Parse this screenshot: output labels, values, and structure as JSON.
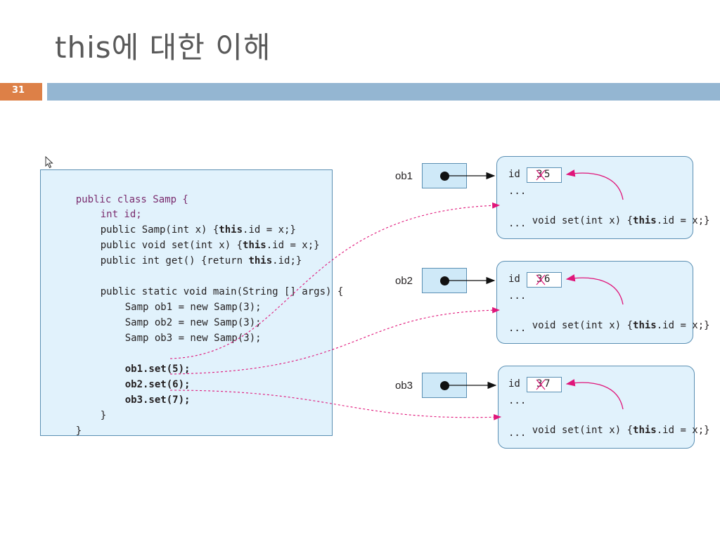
{
  "slide": {
    "title": "this에 대한 이해",
    "number": "31"
  },
  "code": {
    "lines": [
      [
        "public class Samp {"
      ],
      [
        "int id;"
      ],
      [
        "public Samp(int x) {",
        "this",
        ".id = x;}"
      ],
      [
        "public void set(int x) {",
        "this",
        ".id = x;}"
      ],
      [
        "public int get() {return ",
        "this",
        ".id;}"
      ],
      [
        "public static void main(String [] args) {"
      ],
      [
        "Samp ob1 = new Samp(3);"
      ],
      [
        "Samp ob2 = new Samp(3);"
      ],
      [
        "Samp ob3 = new Samp(3);"
      ],
      [
        "ob1.set(5);"
      ],
      [
        "ob2.set(6);"
      ],
      [
        "ob3.set(7);"
      ],
      [
        "}"
      ],
      [
        "}"
      ]
    ]
  },
  "objects": [
    {
      "ref": "ob1",
      "id_label": "id",
      "old_value": "3",
      "new_value": "5",
      "dots1": "...",
      "method": "void set(int x) {",
      "this_kw": "this",
      "method_rest": ".id = x;}",
      "dots2": "..."
    },
    {
      "ref": "ob2",
      "id_label": "id",
      "old_value": "3",
      "new_value": "6",
      "dots1": "...",
      "method": "void set(int x) {",
      "this_kw": "this",
      "method_rest": ".id = x;}",
      "dots2": "..."
    },
    {
      "ref": "ob3",
      "id_label": "id",
      "old_value": "3",
      "new_value": "7",
      "dots1": "...",
      "method": "void set(int x) {",
      "this_kw": "this",
      "method_rest": ".id = x;}",
      "dots2": "..."
    }
  ],
  "colors": {
    "accent_orange": "#dd8047",
    "header_blue": "#94b6d2",
    "panel_fill": "#e1f2fc",
    "arrow_magenta": "#e0167a"
  }
}
